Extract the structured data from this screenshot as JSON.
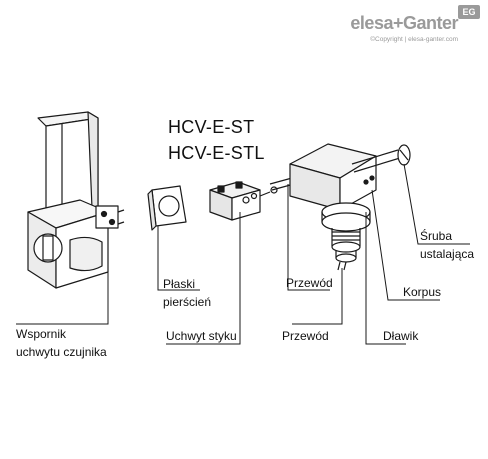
{
  "brand": {
    "name": "elesa+Ganter",
    "badge": "EG",
    "copyright": "©Copyright | elesa-ganter.com"
  },
  "models": [
    "HCV-E-ST",
    "HCV-E-STL"
  ],
  "labels": {
    "wspornik": [
      "Wspornik",
      "uchwytu czujnika"
    ],
    "plaski": [
      "Płaski",
      "pierścień"
    ],
    "uchwyt": "Uchwyt styku",
    "przewod_top": "Przewód",
    "przewod_bottom": "Przewód",
    "korpus": "Korpus",
    "dlawik": "Dławik",
    "sruba": [
      "Śruba",
      "ustalająca"
    ]
  },
  "colors": {
    "line": "#1a1a1a",
    "shade": "#d9d9d9",
    "brand": "#9a9a9a"
  }
}
